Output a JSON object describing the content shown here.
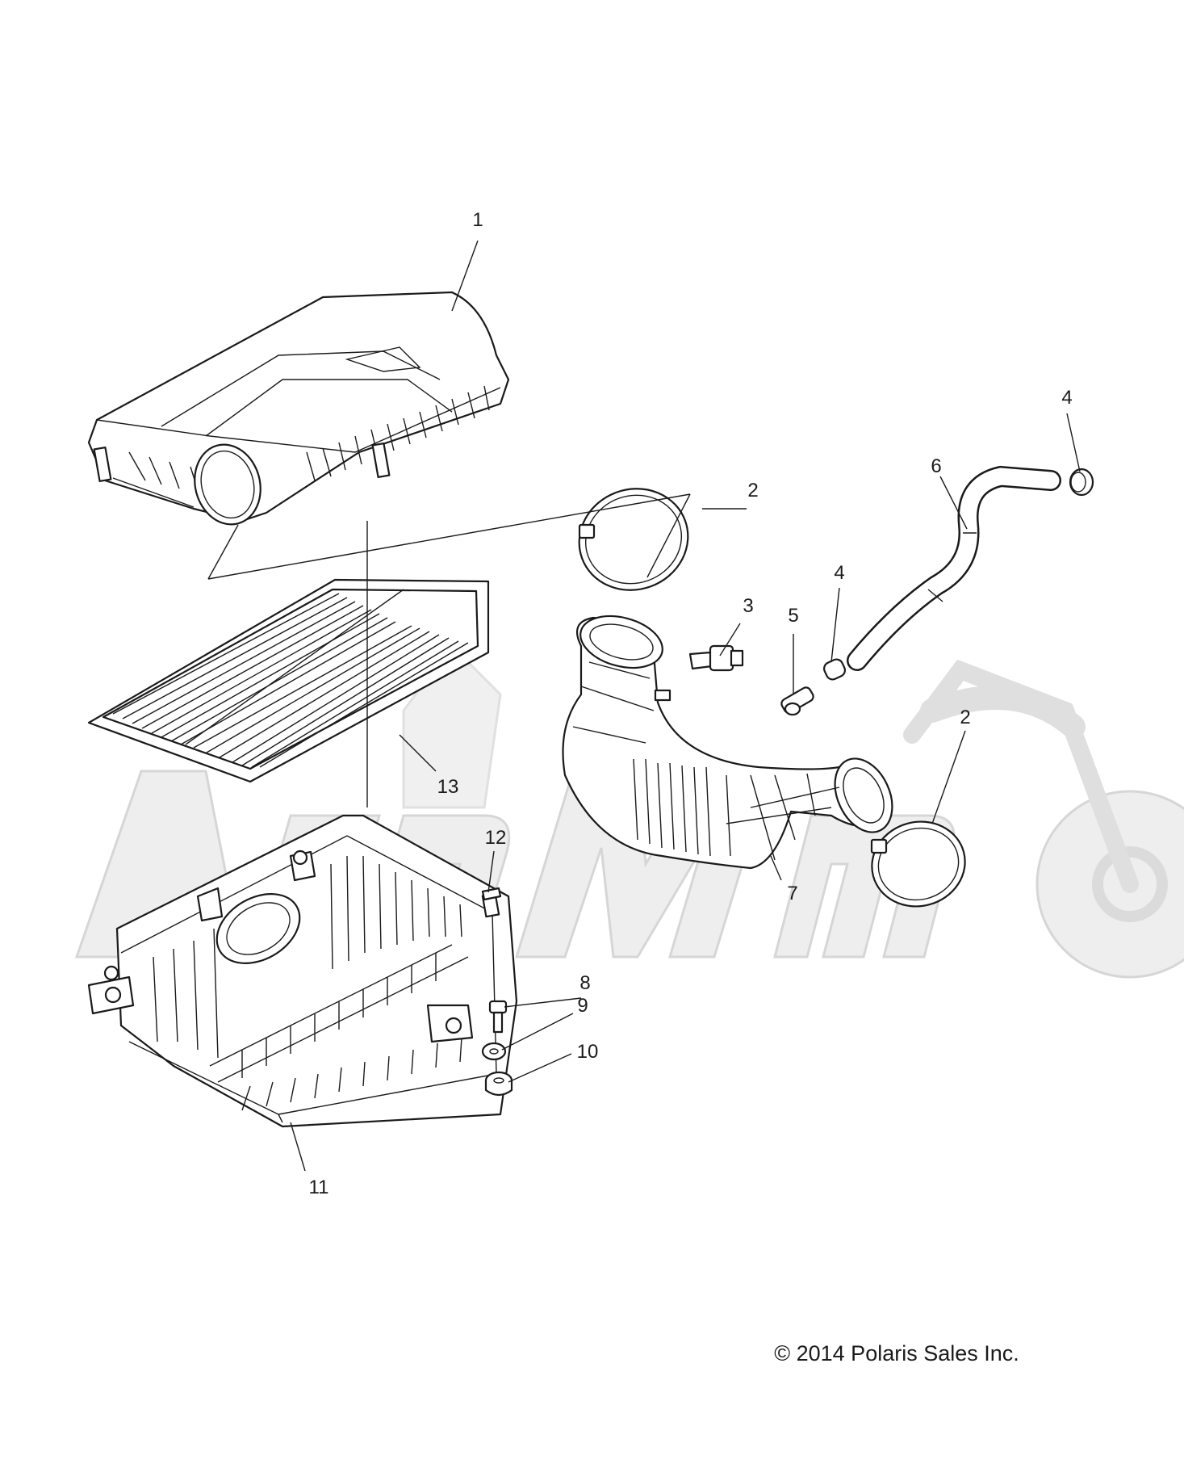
{
  "callouts": {
    "c1": "1",
    "c2a": "2",
    "c2b": "2",
    "c3": "3",
    "c4a": "4",
    "c4b": "4",
    "c5": "5",
    "c6": "6",
    "c7": "7",
    "c8": "8",
    "c9": "9",
    "c10": "10",
    "c11": "11",
    "c12": "12",
    "c13": "13"
  },
  "copyright": "© 2014 Polaris Sales Inc.",
  "watermark": "AeiMoto"
}
